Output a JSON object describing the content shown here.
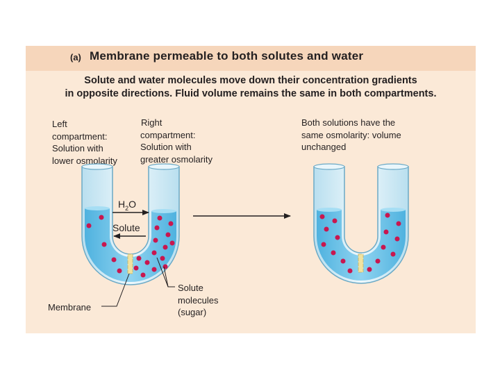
{
  "panel": {
    "letter": "(a)",
    "title": "Membrane permeable to both solutes and water",
    "description_line1": "Solute and water molecules move down their concentration gradients",
    "description_line2": "in opposite directions. Fluid volume remains the same in both compartments."
  },
  "labels": {
    "left_compartment": [
      "Left",
      "compartment:",
      "Solution with",
      "lower osmolarity"
    ],
    "right_compartment": [
      "Right",
      "compartment:",
      "Solution with",
      "greater osmolarity"
    ],
    "result": [
      "Both solutions have the",
      "same osmolarity: volume",
      "unchanged"
    ],
    "water_arrow_base": "H",
    "water_arrow_subscript": "2",
    "water_arrow_tail": "O",
    "solute_arrow": "Solute",
    "membrane": "Membrane",
    "solute_molecules": [
      "Solute",
      "molecules",
      "(sugar)"
    ]
  },
  "colors": {
    "panel_background": "#fbe9d7",
    "title_band": "#f6d6bb",
    "solution": "#6cc3e8",
    "tube_glass": "#d6eef8",
    "solute": "#c8174f",
    "membrane": "#f1e2a0"
  }
}
